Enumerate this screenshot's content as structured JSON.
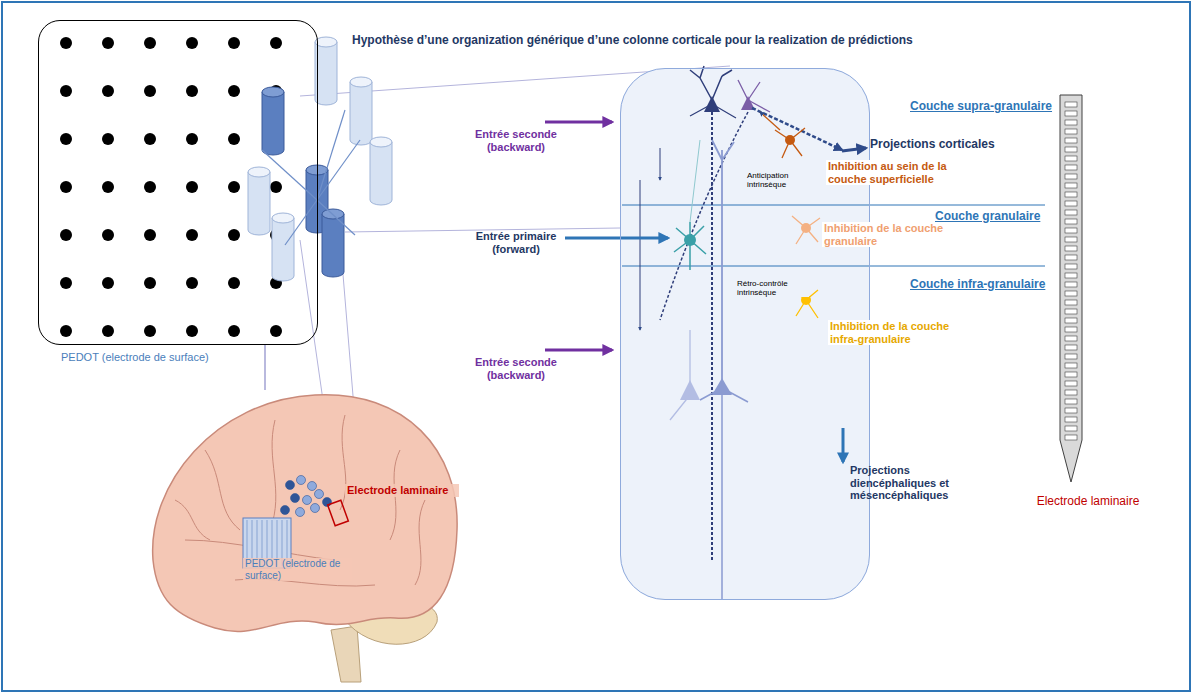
{
  "diagram": {
    "title": "Hypothèse d’une organization générique d’une colonne corticale pour la realization de prédictions",
    "nodes": [
      {
        "text": [
          "PEDOT (electrode de surface)"
        ]
      },
      {
        "text": [
          "PEDOT (electrode de surface)",
          "Electrode laminaire"
        ]
      },
      {
        "text": [
          "Anticipation intrinsèque",
          "Rétro-contrôle intrinsèque"
        ]
      },
      {
        "text": [
          "Electrode laminaire"
        ]
      }
    ],
    "edges": [
      {
        "from": 0,
        "to": 1,
        "arrow": "none"
      }
    ],
    "labels": [
      "Couche supra-granulaire",
      "Entrée seconde (backward)",
      "Projections corticales",
      "Inhibition au sein de la couche superficielle",
      "Couche granulaire",
      "Entrée primaire (forward)",
      "Inhibition de la couche granulaire",
      "Couche infra-granulaire",
      "Entrée seconde (backward)",
      "Inhibition de la couche infra-granulaire",
      "Projections diencéphaliques et mésencéphaliques"
    ]
  }
}
